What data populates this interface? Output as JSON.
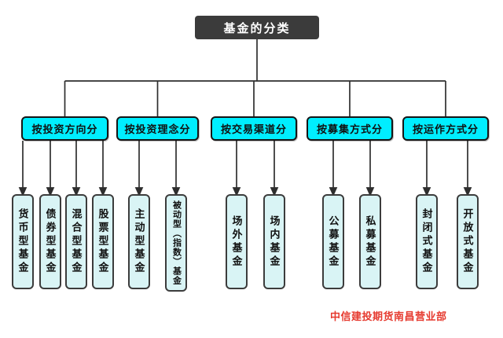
{
  "root": {
    "label": "基金的分类"
  },
  "categories": [
    {
      "label": "按投资方向分",
      "children": [
        "货币型基金",
        "债券型基金",
        "混合型基金",
        "股票型基金"
      ]
    },
    {
      "label": "按投资理念分",
      "children": [
        "主动型基金",
        "被动型（指数）基金"
      ]
    },
    {
      "label": "按交易渠道分",
      "children": [
        "场外基金",
        "场内基金"
      ]
    },
    {
      "label": "按募集方式分",
      "children": [
        "公募基金",
        "私募基金"
      ]
    },
    {
      "label": "按运作方式分",
      "children": [
        "封闭式基金",
        "开放式基金"
      ]
    }
  ],
  "footer": {
    "watermark": "中信建投期货南昌营业部"
  },
  "colors": {
    "root_bg": "#3b3b3b",
    "root_text": "#ffffff",
    "category_fill": "#00eeff",
    "leaf_fill": "#d9f4f5",
    "connector": "#2e2e2e",
    "watermark_red": "#e6392e"
  }
}
